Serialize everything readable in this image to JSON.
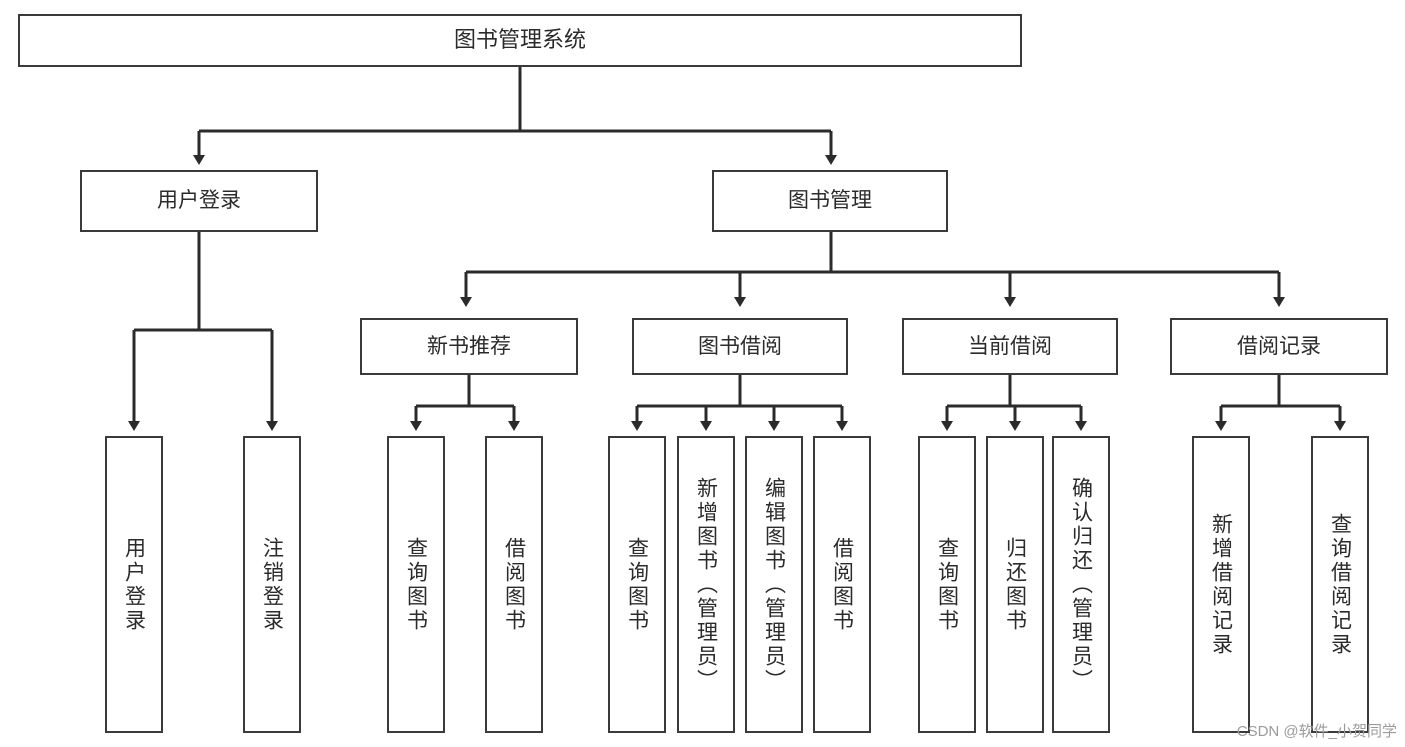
{
  "diagram": {
    "title": "图书管理系统",
    "watermark": "CSDN @软件_小贺同学",
    "colors": {
      "box_border": "#3a3a3a",
      "box_fill": "#ffffff",
      "connector": "#2b2b2b",
      "text": "#2b2b2b",
      "watermark": "#9b9b9b"
    },
    "root": {
      "label": "图书管理系统"
    },
    "level2": [
      {
        "id": "user-login",
        "label": "用户登录"
      },
      {
        "id": "book-management",
        "label": "图书管理"
      }
    ],
    "level3": [
      {
        "id": "new-book-recommend",
        "label": "新书推荐"
      },
      {
        "id": "book-borrow",
        "label": "图书借阅"
      },
      {
        "id": "current-borrow",
        "label": "当前借阅"
      },
      {
        "id": "borrow-record",
        "label": "借阅记录"
      }
    ],
    "leaves": {
      "user_login": [
        {
          "id": "leaf-user-login",
          "label": "用户登录"
        },
        {
          "id": "leaf-logout-login",
          "label": "注销登录"
        }
      ],
      "new_book_recommend": [
        {
          "id": "leaf-query-book-1",
          "label": "查询图书"
        },
        {
          "id": "leaf-borrow-book-1",
          "label": "借阅图书"
        }
      ],
      "book_borrow": [
        {
          "id": "leaf-query-book-2",
          "label": "查询图书"
        },
        {
          "id": "leaf-add-book",
          "label": "新增图书（管理员）"
        },
        {
          "id": "leaf-edit-book",
          "label": "编辑图书（管理员）"
        },
        {
          "id": "leaf-borrow-book-2",
          "label": "借阅图书"
        }
      ],
      "current_borrow": [
        {
          "id": "leaf-query-book-3",
          "label": "查询图书"
        },
        {
          "id": "leaf-return-book",
          "label": "归还图书"
        },
        {
          "id": "leaf-confirm-return",
          "label": "确认归还（管理员）"
        }
      ],
      "borrow_record": [
        {
          "id": "leaf-add-record",
          "label": "新增借阅记录"
        },
        {
          "id": "leaf-query-record",
          "label": "查询借阅记录"
        }
      ]
    }
  }
}
